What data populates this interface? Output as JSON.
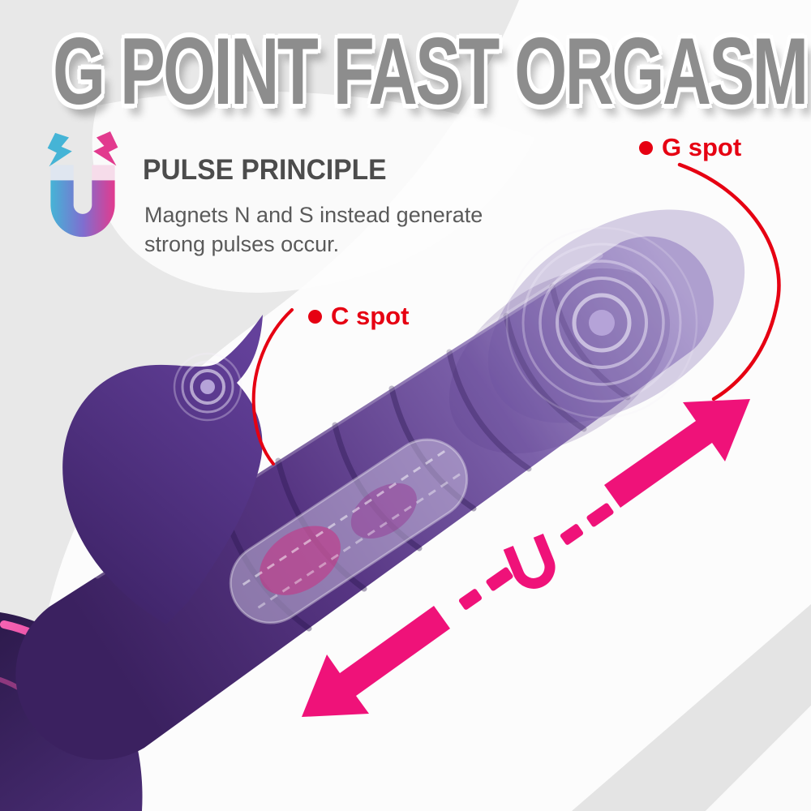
{
  "title": "G POINT FAST ORGASM",
  "pulse_section": {
    "heading": "PULSE PRINCIPLE",
    "body_line1": "Magnets N and S instead generate",
    "body_line2": "strong pulses occur.",
    "icon": "horseshoe-magnet-with-sparks-icon"
  },
  "annotations": {
    "g_spot_label": "G spot",
    "c_spot_label": "C spot"
  },
  "icons": {
    "pulse_magnet": "magnet-icon",
    "trail_magnet": "magnet-u-icon",
    "arrow_up_right": "thrust-arrow-up-right-icon",
    "arrow_down_left": "thrust-arrow-down-left-icon"
  },
  "colors": {
    "title_gray": "#8d8d8d",
    "heading_gray": "#4c4c4c",
    "body_gray": "#5a5a5a",
    "annotation_red": "#e60012",
    "arrow_pink": "#ef1279",
    "product_purple": "#53317e",
    "magnet_blue": "#45b4d6",
    "magnet_pink": "#e23a8e",
    "background_gray": "#e8e8e8"
  }
}
